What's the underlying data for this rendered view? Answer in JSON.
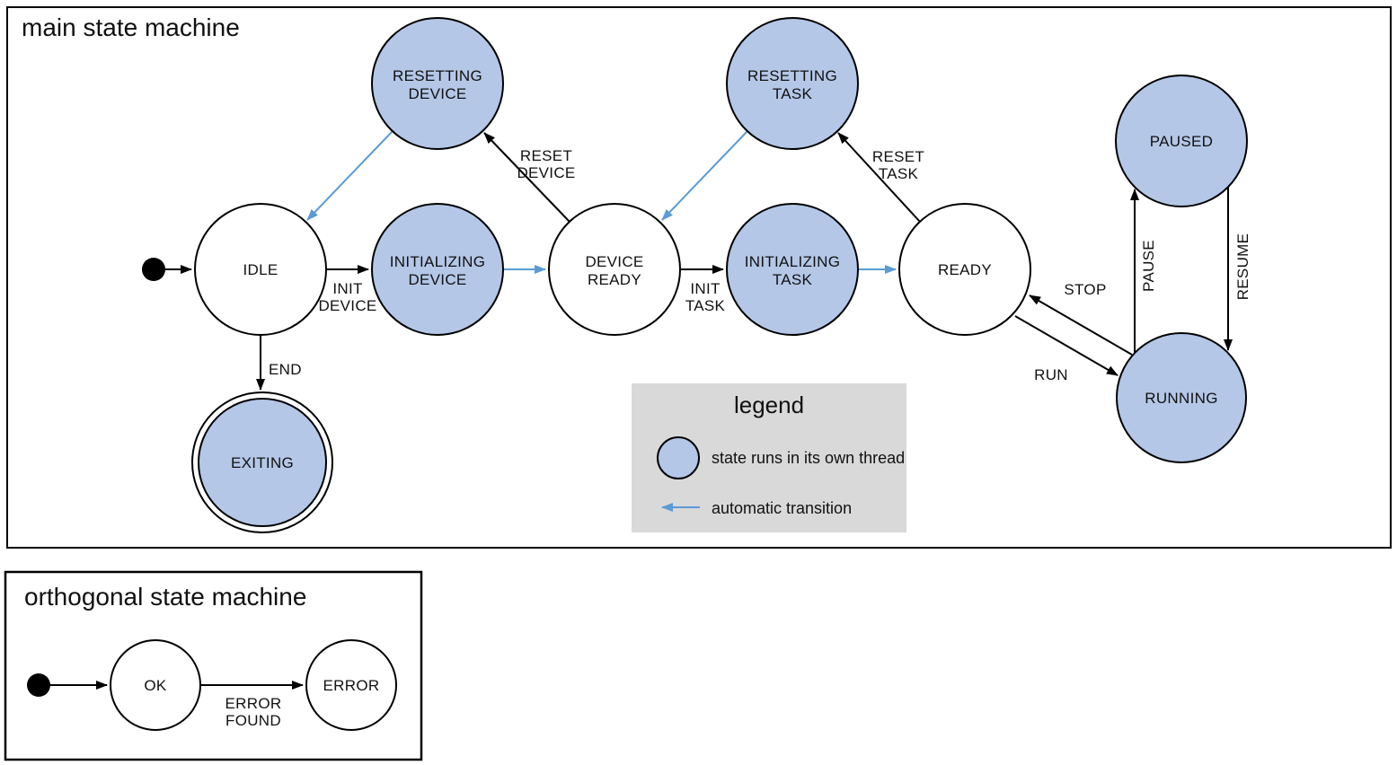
{
  "diagram": {
    "main": {
      "title": "main state machine",
      "states": {
        "idle": {
          "label": "IDLE"
        },
        "resetting_device": {
          "line1": "RESETTING",
          "line2": "DEVICE"
        },
        "initializing_device": {
          "line1": "INITIALIZING",
          "line2": "DEVICE"
        },
        "device_ready": {
          "line1": "DEVICE",
          "line2": "READY"
        },
        "resetting_task": {
          "line1": "RESETTING",
          "line2": "TASK"
        },
        "initializing_task": {
          "line1": "INITIALIZING",
          "line2": "TASK"
        },
        "ready": {
          "label": "READY"
        },
        "paused": {
          "label": "PAUSED"
        },
        "running": {
          "label": "RUNNING"
        },
        "exiting": {
          "label": "EXITING",
          "kind": "final state (double circle)"
        }
      },
      "transitions": {
        "init_device": {
          "line1": "INIT",
          "line2": "DEVICE"
        },
        "reset_device": {
          "line1": "RESET",
          "line2": "DEVICE"
        },
        "init_task": {
          "line1": "INIT",
          "line2": "TASK"
        },
        "reset_task": {
          "line1": "RESET",
          "line2": "TASK"
        },
        "end": {
          "label": "END"
        },
        "run": {
          "label": "RUN"
        },
        "stop": {
          "label": "STOP"
        },
        "pause": {
          "label": "PAUSE"
        },
        "resume": {
          "label": "RESUME"
        }
      }
    },
    "legend": {
      "title": "legend",
      "items": {
        "thread_state": "state runs in its own thread",
        "automatic_transition": "automatic transition"
      }
    },
    "orthogonal": {
      "title": "orthogonal state machine",
      "states": {
        "ok": {
          "label": "OK"
        },
        "error": {
          "label": "ERROR"
        }
      },
      "transitions": {
        "error_found": {
          "line1": "ERROR",
          "line2": "FOUND"
        }
      }
    },
    "colors": {
      "threaded_state_fill": "#b4c7e7",
      "plain_state_fill": "#ffffff",
      "automatic_transition": "#5b9bd5",
      "legend_background": "#d9d9d9",
      "outline": "#000000"
    }
  }
}
